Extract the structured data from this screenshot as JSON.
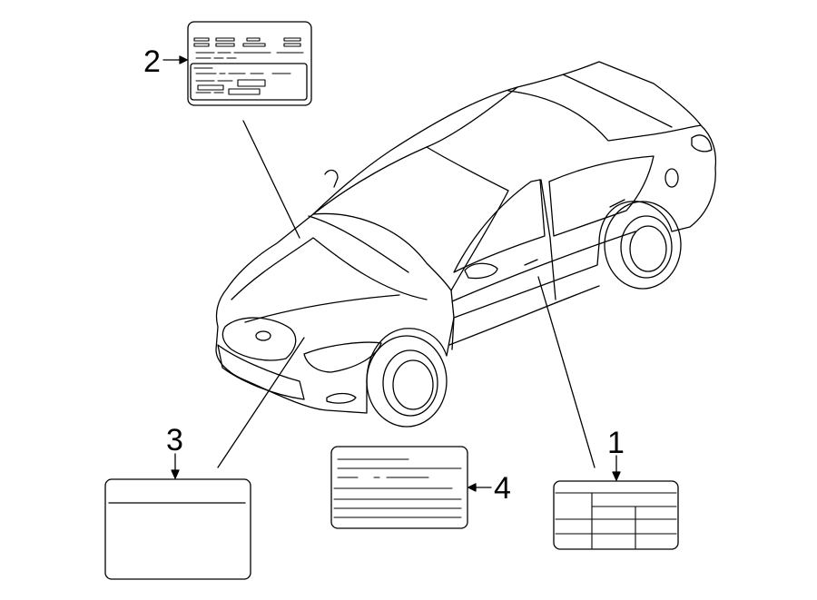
{
  "callouts": [
    {
      "number": "1"
    },
    {
      "number": "2"
    },
    {
      "number": "3"
    },
    {
      "number": "4"
    }
  ],
  "colors": {
    "line": "#000000",
    "background": "#ffffff"
  }
}
